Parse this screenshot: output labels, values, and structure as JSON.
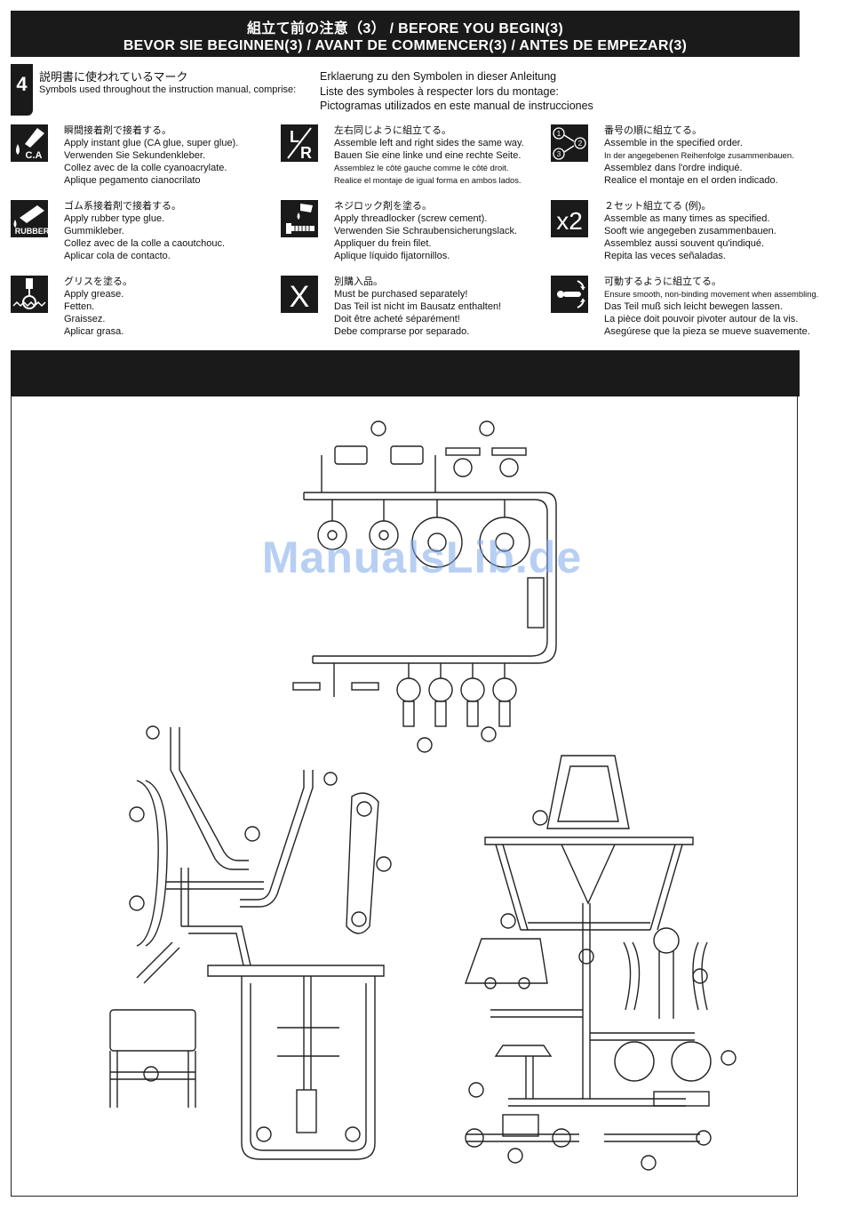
{
  "header": {
    "line1": "組立て前の注意（3） / BEFORE YOU BEGIN(3)",
    "line2": "BEVOR SIE BEGINNEN(3) / AVANT DE COMMENCER(3) / ANTES DE EMPEZAR(3)"
  },
  "step": {
    "number": "4",
    "ja": "説明書に使われているマーク",
    "en": "Symbols used throughout the instruction manual, comprise:",
    "de": "Erklaerung zu den Symbolen in dieser Anleitung",
    "fr": "Liste des symboles à respecter lors du montage:",
    "es": "Pictogramas utilizados en este manual de instrucciones"
  },
  "symbols": [
    {
      "icon": "ca-glue-icon",
      "icon_label": "C.A",
      "lines": [
        "瞬間接着剤で接着する。",
        "Apply instant glue (CA glue, super glue).",
        "Verwenden Sie Sekundenkleber.",
        "Collez avec de la colle cyanoacrylate.",
        "Aplique pegamento cianocrilato"
      ]
    },
    {
      "icon": "left-right-icon",
      "icon_label": "L/R",
      "lines": [
        "左右同じように組立てる。",
        "Assemble left and right sides the same way.",
        "Bauen Sie eine linke und eine rechte Seite.",
        "Assemblez le côté gauche comme le côté droit.",
        "Realice el montaje de igual forma en ambos lados."
      ]
    },
    {
      "icon": "order-icon",
      "icon_label": "①②③",
      "lines": [
        "番号の順に組立てる。",
        "Assemble in the specified order.",
        "In der angegebenen Reihenfolge zusammenbauen.",
        "Assemblez dans l'ordre indiqué.",
        "Realice el montaje en el orden indicado."
      ]
    },
    {
      "icon": "rubber-glue-icon",
      "icon_label": "RUBBER",
      "lines": [
        "ゴム系接着剤で接着する。",
        "Apply rubber type glue.",
        "Gummikleber.",
        "Collez avec de la colle a caoutchouc.",
        "Aplicar cola de contacto."
      ]
    },
    {
      "icon": "threadlocker-icon",
      "icon_label": "",
      "lines": [
        "ネジロック剤を塗る。",
        "Apply threadlocker (screw cement).",
        "Verwenden Sie Schraubensicherungslack.",
        "Appliquer du frein filet.",
        "Aplique líquido fijatornillos."
      ]
    },
    {
      "icon": "repeat-x2-icon",
      "icon_label": "x2",
      "lines": [
        "２セット組立てる (例)。",
        "Assemble as many times as specified.",
        "Sooft wie angegeben zusammenbauen.",
        "Assemblez aussi souvent qu'indiqué.",
        "Repita las veces señaladas."
      ]
    },
    {
      "icon": "grease-icon",
      "icon_label": "",
      "lines": [
        "グリスを塗る。",
        "Apply grease.",
        "Fetten.",
        "Graissez.",
        "Aplicar grasa."
      ]
    },
    {
      "icon": "purchase-separately-icon",
      "icon_label": "X",
      "lines": [
        "別購入品。",
        "Must be purchased separately!",
        "Das Teil ist nicht im Bausatz enthalten!",
        "Doit être acheté séparément!",
        "Debe comprarse por separado."
      ]
    },
    {
      "icon": "movable-icon",
      "icon_label": "",
      "lines": [
        "可動するように組立てる。",
        "Ensure smooth, non-binding movement when assembling.",
        "Das Teil muß sich leicht bewegen lassen.",
        "La pièce doit pouvoir pivoter autour de la vis.",
        "Asegúrese que la pieza se mueve suavemente."
      ]
    }
  ],
  "watermark": "ManualsLib.de",
  "colors": {
    "band": "#1a1a1a",
    "watermark": "#7fa8ec"
  }
}
